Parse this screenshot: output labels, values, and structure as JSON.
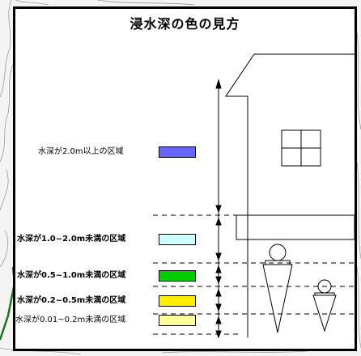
{
  "title": "浸水深の色の見方",
  "legend": [
    {
      "label": "水深が2.0m以上の区域",
      "color": "#6666ff",
      "bold": false
    },
    {
      "label": "水深が1.0~2.0m未満の区域",
      "color": "#ccffff",
      "bold": true
    },
    {
      "label": "水深が0.5~1.0m未満の区域",
      "color": "#00cc00",
      "bold": true
    },
    {
      "label": "水深が0.2~0.5m未満の区域",
      "color": "#ffee00",
      "bold": true
    },
    {
      "label": "水深が0.01~0.2m未満の区域",
      "color": "#ffff99",
      "bold": false
    }
  ],
  "icons": [
    "house-icon",
    "window-icon",
    "adult-person-icon",
    "child-person-icon",
    "depth-arrow-icon"
  ]
}
